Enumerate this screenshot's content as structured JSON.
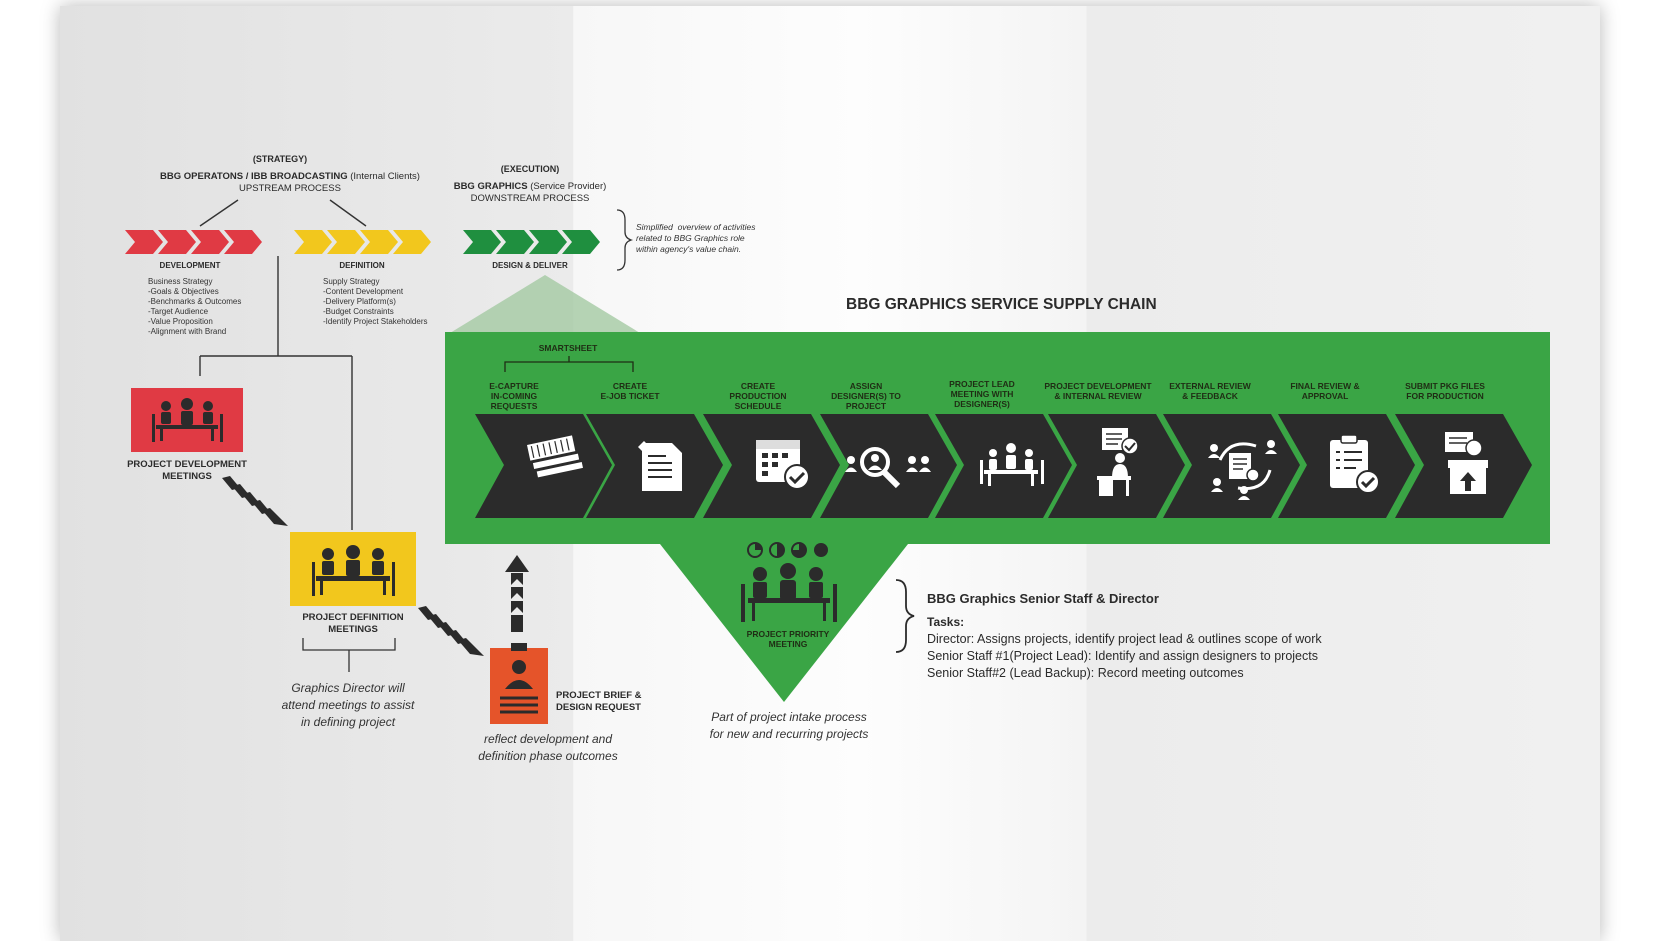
{
  "strategy": {
    "tag": "(STRATEGY)",
    "title_bold": "BBG OPERATONS / IBB BROADCASTING",
    "title_rest": "(Internal Clients)",
    "subtitle": "UPSTREAM PROCESS"
  },
  "execution": {
    "tag": "(EXECUTION)",
    "title_bold": "BBG GRAPHICS",
    "title_rest": "(Service Provider)",
    "subtitle": "DOWNSTREAM PROCESS"
  },
  "phases": [
    {
      "label": "DEVELOPMENT",
      "color": "#e03a44",
      "items": "Business Strategy\n-Goals & Objectives\n-Benchmarks & Outcomes\n-Target Audience\n-Value Proposition\n-Alignment with Brand"
    },
    {
      "label": "DEFINITION",
      "color": "#f2c71d",
      "items": "Supply Strategy\n-Content Development\n-Delivery Platform(s)\n-Budget Constraints\n-Identify Project Stakeholders"
    },
    {
      "label": "DESIGN & DELIVER",
      "color": "#1f8f3f"
    }
  ],
  "note": "Simplified  overview of activities\nrelated to BBG Graphics role\nwithin agency's value chain.",
  "supply_chain": {
    "title": "BBG GRAPHICS  SERVICE SUPPLY CHAIN",
    "bracket_label": "SMARTSHEET",
    "steps": [
      {
        "label": "E-CAPTURE\nIN-COMING\nREQUESTS",
        "icon": "documents-stack-icon"
      },
      {
        "label": "CREATE\nE-JOB TICKET",
        "icon": "document-ticket-icon"
      },
      {
        "label": "CREATE\nPRODUCTION\nSCHEDULE",
        "icon": "calendar-check-icon"
      },
      {
        "label": "ASSIGN\nDESIGNER(S) TO\nPROJECT",
        "icon": "magnifier-people-icon"
      },
      {
        "label": "PROJECT LEAD\nMEETING WITH\nDESIGNER(S)",
        "icon": "meeting-table-icon"
      },
      {
        "label": "PROJECT DEVELOPMENT\n& INTERNAL REVIEW",
        "icon": "person-at-desk-icon"
      },
      {
        "label": "EXTERNAL REVIEW\n& FEEDBACK",
        "icon": "review-cycle-icon"
      },
      {
        "label": "FINAL REVIEW &\nAPPROVAL",
        "icon": "clipboard-check-icon"
      },
      {
        "label": "SUBMIT PKG FILES\nFOR PRODUCTION",
        "icon": "package-upload-icon"
      }
    ],
    "colors": {
      "band": "#3aa545",
      "chevron": "#2b2b2b",
      "funnel": "#4aa84e"
    }
  },
  "meetings": {
    "development": {
      "label": "PROJECT DEVELOPMENT\nMEETINGS",
      "color": "#e03a44"
    },
    "definition": {
      "label": "PROJECT DEFINITION\nMEETINGS",
      "color": "#f2c71d"
    },
    "brief": {
      "label": "PROJECT BRIEF &\nDESIGN REQUEST",
      "color": "#e5542a"
    },
    "priority": {
      "label": "PROJECT PRIORITY\nMEETING"
    }
  },
  "captions": {
    "director": "Graphics Director will\nattend meetings to assist\nin defining project",
    "brief": "reflect development and\ndefinition phase outcomes",
    "priority": "Part of project intake process\nfor new and recurring projects"
  },
  "staff": {
    "title": "BBG Graphics Senior Staff & Director",
    "tasks_label": "Tasks:",
    "lines": [
      "Director: Assigns projects, identify project lead & outlines scope of work",
      "Senior Staff #1(Project Lead): Identify and assign designers to projects",
      "Senior Staff#2 (Lead Backup): Record meeting outcomes"
    ]
  }
}
